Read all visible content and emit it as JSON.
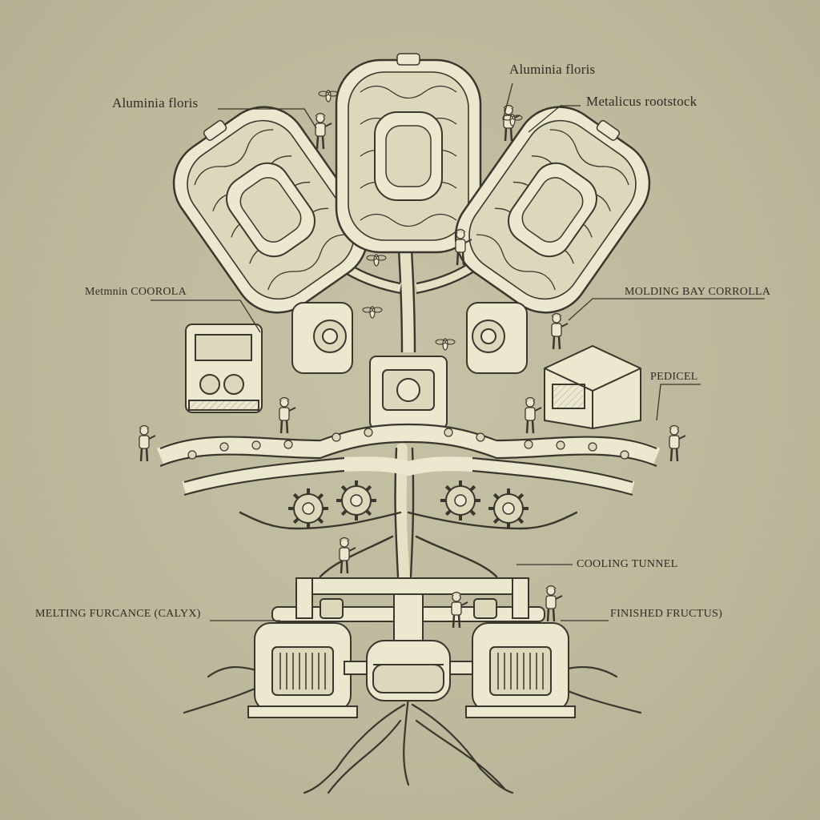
{
  "labels": {
    "floris_left": "Aluminia floris",
    "floris_top": "Aluminia floris",
    "rootstock": "Metalicus rootstock",
    "corolla_left": "Metmnin COOROLA",
    "molding_bay": "MOLDING BAY CORROLLA",
    "pedicel": "PEDICEL",
    "cooling_tunnel": "COOLING TUNNEL",
    "melting_furnace": "MELTING FURCANCE (CALYX)",
    "finished_fructus": "FINISHED FRUCTUS)"
  },
  "colors": {
    "background": "#bdb99c",
    "ink": "#3a372e",
    "fill_light": "#ece7cf",
    "fill_mid": "#ddd7bb"
  }
}
